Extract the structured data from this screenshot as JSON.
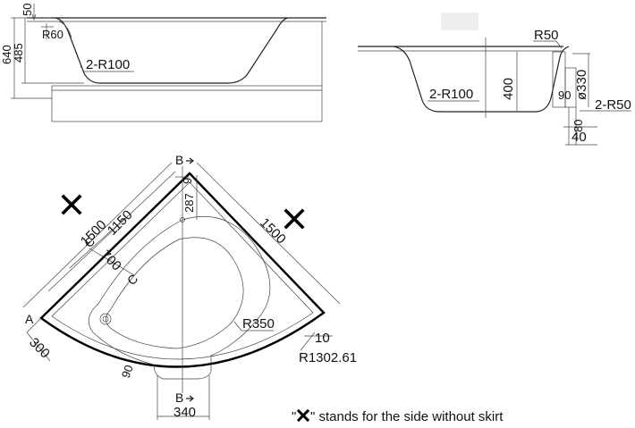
{
  "front_view": {
    "dims": {
      "d50": "50",
      "d640": "640",
      "d485": "485",
      "r60": "R60",
      "r100": "2-R100"
    }
  },
  "side_view": {
    "dims": {
      "r50": "R50",
      "r100": "2-R100",
      "d400": "400",
      "d330": "ø330",
      "d90": "90",
      "r50b": "2-R50",
      "d80": "80",
      "d40": "40"
    }
  },
  "plan_view": {
    "labels": {
      "b_top": "B",
      "b_bottom": "B",
      "a": "A",
      "c1": "C",
      "c2": "C"
    },
    "dims": {
      "d1500_left": "1500",
      "d1150": "1150",
      "d700": "700",
      "d1500_right": "1500",
      "d287": "287",
      "d9": "9",
      "r350": "R350",
      "d10": "10",
      "r1302": "R1302.61",
      "d300": "300",
      "d90": "90",
      "d340": "340"
    }
  },
  "note": {
    "open_quote": "\"",
    "close_text": "\" stands for the side without skirt"
  }
}
